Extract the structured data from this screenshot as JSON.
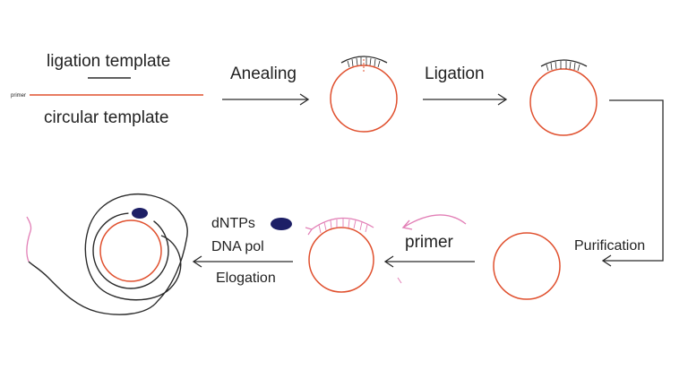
{
  "labels": {
    "ligation_template": "ligation template",
    "circular_template": "circular template",
    "primer_small": "primer",
    "annealing": "Anealing",
    "ligation": "Ligation",
    "purification": "Purification",
    "primer": "primer",
    "dntps": "dNTPs",
    "dna_pol": "DNA pol",
    "elongation": "Elogation"
  },
  "colors": {
    "circle": "#e0502e",
    "strand": "#2a2a2a",
    "primer": "#e27fb6",
    "polymerase": "#1d1f66",
    "text": "#222222"
  }
}
